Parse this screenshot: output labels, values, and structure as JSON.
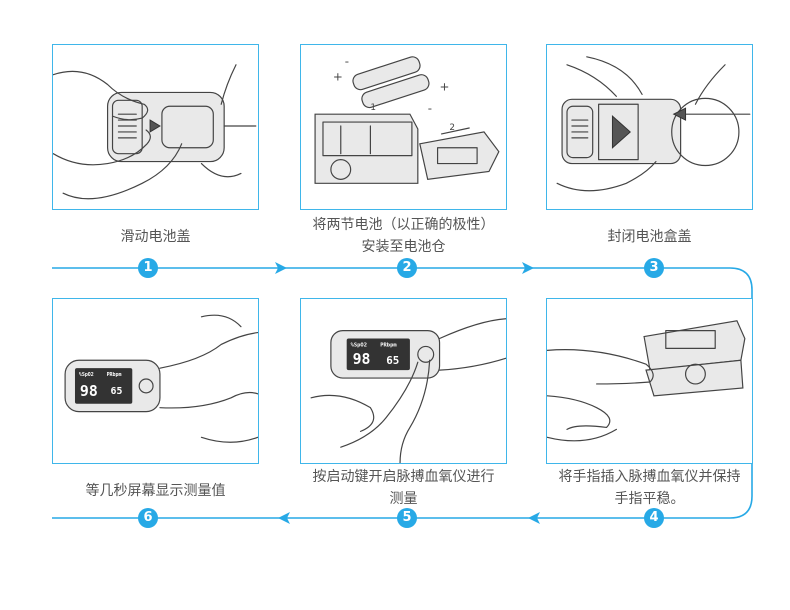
{
  "steps": [
    {
      "number": "1",
      "caption": [
        "滑动电池盖"
      ]
    },
    {
      "number": "2",
      "caption": [
        "将两节电池（以正确的极性）",
        "安装至电池仓"
      ]
    },
    {
      "number": "3",
      "caption": [
        "封闭电池盒盖"
      ]
    },
    {
      "number": "4",
      "caption": [
        "将手指插入脉搏血氧仪并保持",
        "手指平稳。"
      ]
    },
    {
      "number": "5",
      "caption": [
        "按启动键开启脉搏血氧仪进行",
        "测量"
      ]
    },
    {
      "number": "6",
      "caption": [
        "等几秒屏幕显示测量值"
      ]
    }
  ],
  "device_screen": {
    "spo2_label": "%SpO2",
    "pr_label": "PRbpm",
    "spo2_value": "98",
    "pr_value": "65"
  },
  "battery_labels": {
    "plus": "+",
    "minus": "-",
    "step_a": "1",
    "step_b": "2"
  },
  "colors": {
    "accent": "#27a9e6",
    "panel_border": "#3fb6ea",
    "caption_text": "#555555"
  }
}
